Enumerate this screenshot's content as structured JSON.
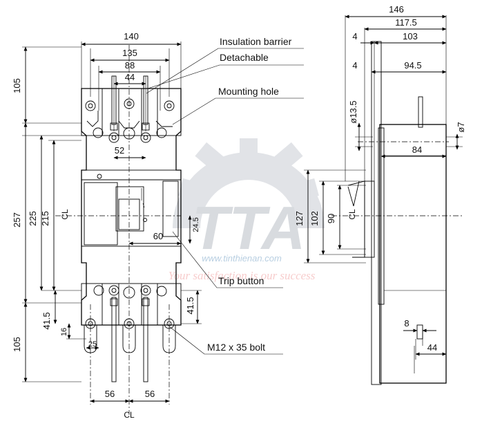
{
  "front_view": {
    "dim_top": [
      "140",
      "135",
      "88",
      "44"
    ],
    "dim_left": [
      "105",
      "257",
      "225",
      "215",
      "105"
    ],
    "dim_inner": [
      "52",
      "60",
      "24.5"
    ],
    "dim_terminal": [
      "41.5",
      "16",
      "25",
      "41.5"
    ],
    "dim_bottom": [
      "56",
      "56"
    ]
  },
  "side_view": {
    "dim_top": [
      "146",
      "117.5",
      "103",
      "4",
      "4",
      "94.5"
    ],
    "dim_right": [
      "ø13.5",
      "ø7",
      "84"
    ],
    "dim_heights": [
      "127",
      "102",
      "90"
    ],
    "dim_bottom": [
      "8",
      "44"
    ]
  },
  "labels": {
    "insulation_barrier": "Insulation barrier",
    "detachable": "Detachable",
    "mounting_hole": "Mounting hole",
    "trip_button": "Trip button",
    "bolt": "M12 x 35 bolt",
    "centerline": "CL"
  },
  "watermark": {
    "brand": "TTA",
    "url": "www.tinthienan.com",
    "slogan": "Your satisfaction is our success",
    "color_gear": "#c9cdd4",
    "color_slogan": "#f1a3a3"
  }
}
